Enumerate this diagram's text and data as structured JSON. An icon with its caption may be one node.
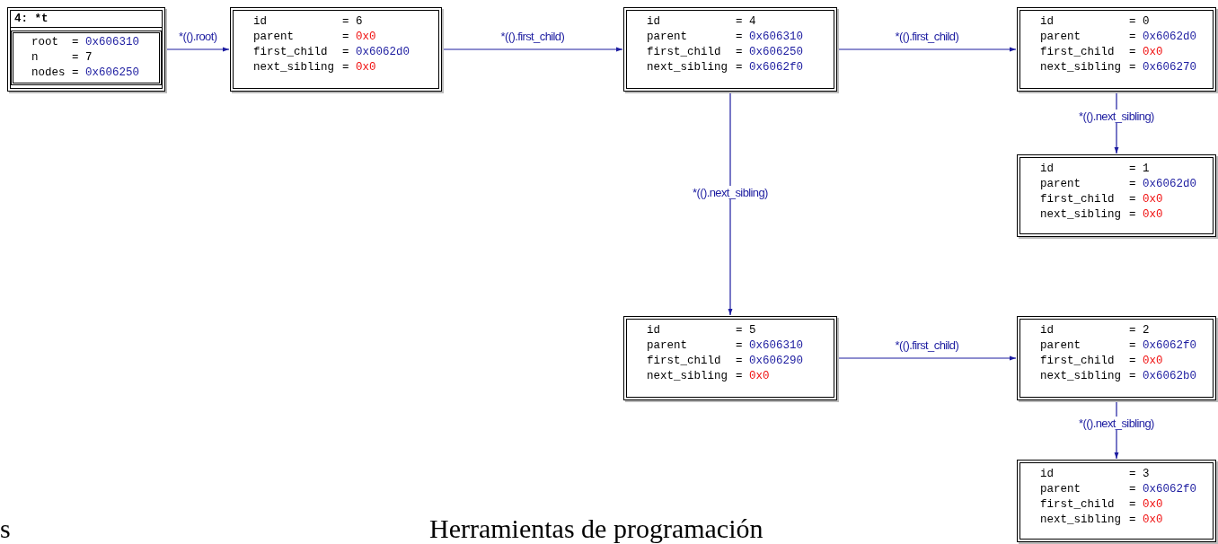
{
  "diagram": {
    "nodes": [
      {
        "text": [
          "4: *t",
          "root = 0x606310",
          "n = 7",
          "nodes = 0x606250"
        ]
      },
      {
        "text": [
          "id = 6",
          "parent = 0x0",
          "first_child = 0x6062d0",
          "next_sibling = 0x0"
        ]
      },
      {
        "text": [
          "id = 4",
          "parent = 0x606310",
          "first_child = 0x606250",
          "next_sibling = 0x6062f0"
        ]
      },
      {
        "text": [
          "id = 0",
          "parent = 0x6062d0",
          "first_child = 0x0",
          "next_sibling = 0x606270"
        ]
      },
      {
        "text": [
          "id = 1",
          "parent = 0x6062d0",
          "first_child = 0x0",
          "next_sibling = 0x0"
        ]
      },
      {
        "text": [
          "id = 5",
          "parent = 0x606310",
          "first_child = 0x606290",
          "next_sibling = 0x0"
        ]
      },
      {
        "text": [
          "id = 2",
          "parent = 0x6062f0",
          "first_child = 0x0",
          "next_sibling = 0x6062b0"
        ]
      },
      {
        "text": [
          "id = 3",
          "parent = 0x6062f0",
          "first_child = 0x0",
          "next_sibling = 0x0"
        ]
      }
    ],
    "edges": [
      {
        "from": 0,
        "to": 1,
        "arrow": "to",
        "label": "*(().root)"
      },
      {
        "from": 1,
        "to": 2,
        "arrow": "to",
        "label": "*(().first_child)"
      },
      {
        "from": 2,
        "to": 3,
        "arrow": "to",
        "label": "*(().first_child)"
      },
      {
        "from": 3,
        "to": 4,
        "arrow": "to",
        "label": "*(().next_sibling)"
      },
      {
        "from": 2,
        "to": 5,
        "arrow": "to",
        "label": "*(().next_sibling)"
      },
      {
        "from": 5,
        "to": 6,
        "arrow": "to",
        "label": "*(().first_child)"
      },
      {
        "from": 6,
        "to": 7,
        "arrow": "to",
        "label": "*(().next_sibling)"
      }
    ],
    "labels": [
      "s",
      "Herramientas de programación"
    ]
  }
}
